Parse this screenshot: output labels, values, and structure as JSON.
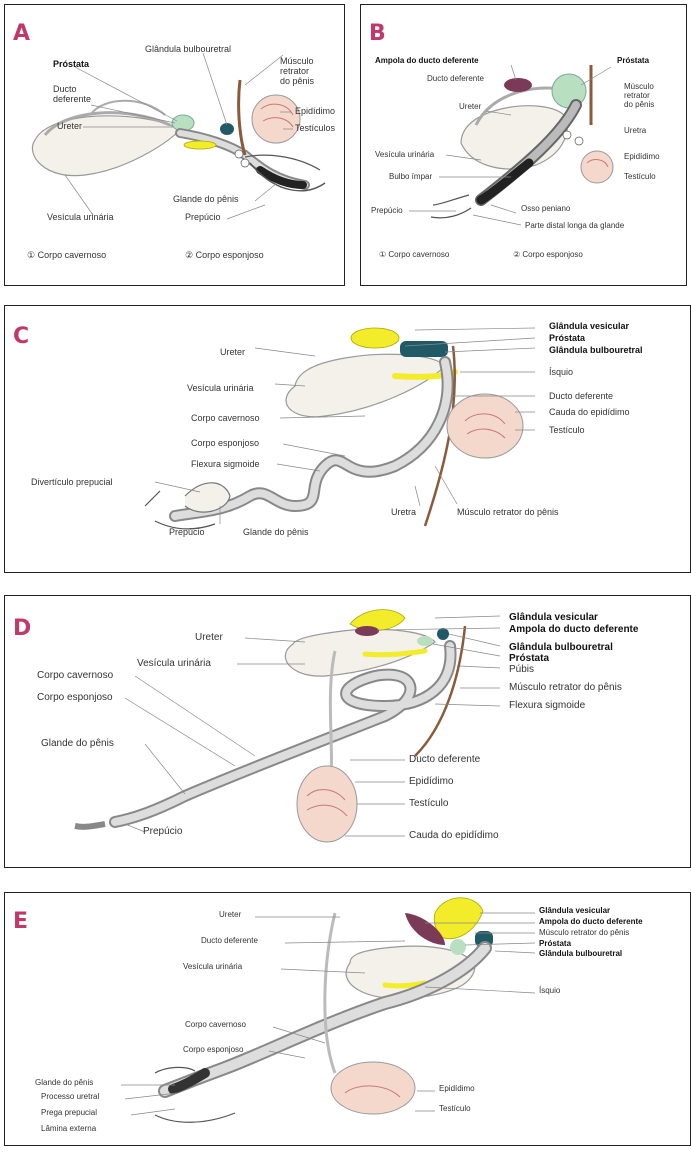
{
  "panels": {
    "A": {
      "letter": "A",
      "labels": {
        "prostata": "Próstata",
        "ducto_deferente": "Ducto\ndeferente",
        "ureter": "Ureter",
        "glandula_bulbouretral": "Glândula bulbouretral",
        "musculo_retrator": "Músculo\nretrator\ndo pênis",
        "epididimo": "Epidídimo",
        "testiculos": "Testículos",
        "glande": "Glande do pênis",
        "prepucio": "Prepúcio",
        "vesicula": "Vesícula urinária",
        "legend1": "① Corpo cavernoso",
        "legend2": "② Corpo esponjoso"
      }
    },
    "B": {
      "letter": "B",
      "labels": {
        "ampola": "Ampola do ducto deferente",
        "prostata": "Próstata",
        "ducto_deferente": "Ducto deferente",
        "musculo_retrator": "Músculo\nretrator\ndo pênis",
        "ureter": "Ureter",
        "uretra": "Uretra",
        "vesicula": "Vesícula urinária",
        "epididimo": "Epidídimo",
        "testiculo": "Testículo",
        "bulbo": "Bulbo ímpar",
        "prepucio": "Prepúcio",
        "osso": "Osso peniano",
        "parte_distal": "Parte distal longa da glande",
        "legend1": "① Corpo cavernoso",
        "legend2": "② Corpo esponjoso"
      }
    },
    "C": {
      "letter": "C",
      "labels": {
        "glandula_vesicular": "Glândula vesicular",
        "prostata": "Próstata",
        "glandula_bulbouretral": "Glândula bulbouretral",
        "ureter": "Ureter",
        "isquio": "Ísquio",
        "vesicula": "Vesícula urinária",
        "ducto_deferente": "Ducto deferente",
        "corpo_cavernoso": "Corpo cavernoso",
        "cauda_epididimo": "Cauda do epidídimo",
        "testiculo": "Testículo",
        "corpo_esponjoso": "Corpo esponjoso",
        "flexura": "Flexura sigmoide",
        "diverticulo": "Divertículo prepucial",
        "uretra": "Uretra",
        "musculo_retrator": "Músculo retrator do pênis",
        "prepucio": "Prepúcio",
        "glande": "Glande do pênis"
      }
    },
    "D": {
      "letter": "D",
      "labels": {
        "glandula_vesicular": "Glândula vesicular",
        "ampola": "Ampola do ducto deferente",
        "ureter": "Ureter",
        "glandula_bulbouretral": "Glândula bulbouretral",
        "prostata": "Próstata",
        "vesicula": "Vesícula urinária",
        "pubis": "Púbis",
        "musculo_retrator": "Músculo retrator do pênis",
        "corpo_cavernoso": "Corpo cavernoso",
        "flexura": "Flexura sigmoide",
        "corpo_esponjoso": "Corpo esponjoso",
        "glande": "Glande do pênis",
        "ducto_deferente": "Ducto deferente",
        "epididimo": "Epidídimo",
        "testiculo": "Testículo",
        "prepucio": "Prepúcio",
        "cauda_epididimo": "Cauda do epidídimo"
      }
    },
    "E": {
      "letter": "E",
      "labels": {
        "ureter": "Ureter",
        "glandula_vesicular": "Glândula vesicular",
        "ampola": "Ampola do ducto deferente",
        "ducto_deferente": "Ducto deferente",
        "musculo_retrator": "Músculo retrator do pênis",
        "prostata": "Próstata",
        "vesicula": "Vesícula urinária",
        "glandula_bulbouretral": "Glândula bulbouretral",
        "isquio": "Ísquio",
        "corpo_cavernoso": "Corpo cavernoso",
        "corpo_esponjoso": "Corpo esponjoso",
        "glande": "Glande do pênis",
        "processo_uretral": "Processo uretral",
        "prega_prepucial": "Prega prepucial",
        "lamina_externa": "Lâmina externa",
        "epididimo": "Epidídimo",
        "testiculo": "Testículo"
      }
    }
  },
  "colors": {
    "letter": "#c0396b",
    "vesicular_gland": "#f2ec2a",
    "ampulla": "#7a3a58",
    "prostate": "#b8e0c0",
    "bulbourethral": "#1f5a66",
    "testis": "#f4d8cc",
    "muscle": "#8a5a3a"
  }
}
